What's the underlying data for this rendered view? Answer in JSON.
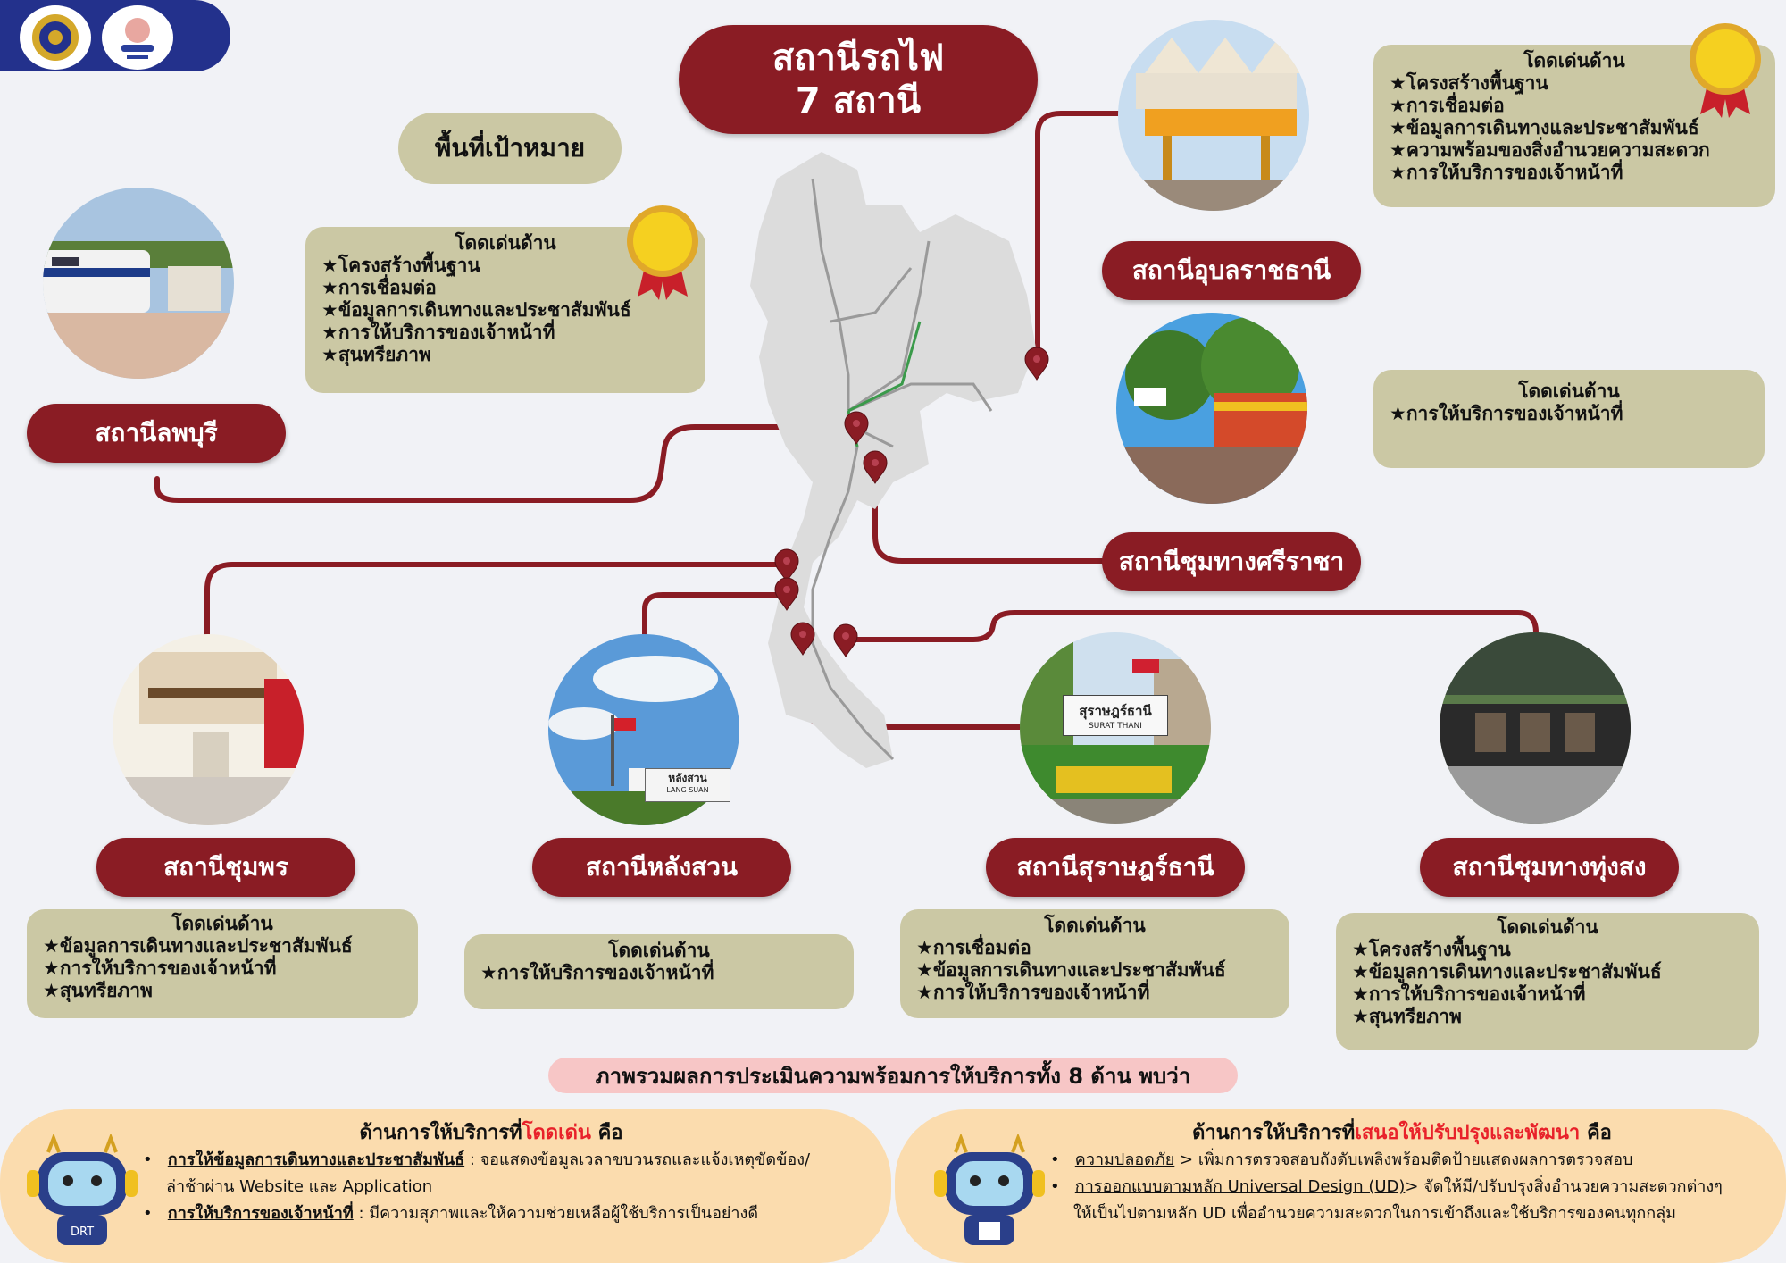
{
  "title": {
    "line1": "สถานีรถไฟ",
    "line2": "7 สถานี"
  },
  "target_label": "พื้นที่เป้าหมาย",
  "highlight_heading": "โดดเด่นด้าน",
  "stations": {
    "lopburi": {
      "name": "สถานีลพบุรี",
      "items": [
        "★โครงสร้างพื้นฐาน",
        "★การเชื่อมต่อ",
        "★ข้อมูลการเดินทางและประชาสัมพันธ์",
        "★การให้บริการของเจ้าหน้าที่",
        "★สุนทรียภาพ"
      ]
    },
    "ubon": {
      "name": "สถานีอุบลราชธานี",
      "items": [
        "★โครงสร้างพื้นฐาน",
        "★การเชื่อมต่อ",
        "★ข้อมูลการเดินทางและประชาสัมพันธ์",
        "★ความพร้อมของสิ่งอำนวยความสะดวก",
        "★การให้บริการของเจ้าหน้าที่"
      ]
    },
    "chumtang_sriracha": {
      "name": "สถานีชุมทางศรีราชา",
      "items": [
        "★การให้บริการของเจ้าหน้าที่"
      ]
    },
    "chumphon": {
      "name": "สถานีชุมพร",
      "items": [
        "★ข้อมูลการเดินทางและประชาสัมพันธ์",
        "★การให้บริการของเจ้าหน้าที่",
        "★สุนทรียภาพ"
      ]
    },
    "lang_suan": {
      "name": "สถานีหลังสวน",
      "items": [
        "★การให้บริการของเจ้าหน้าที่"
      ]
    },
    "surat": {
      "name": "สถานีสุราษฎร์ธานี",
      "items": [
        "★การเชื่อมต่อ",
        "★ข้อมูลการเดินทางและประชาสัมพันธ์",
        "★การให้บริการของเจ้าหน้าที่"
      ]
    },
    "thung_song": {
      "name": "สถานีชุมทางทุ่งสง",
      "items": [
        "★โครงสร้างพื้นฐาน",
        "★ข้อมูลการเดินทางและประชาสัมพันธ์",
        "★การให้บริการของเจ้าหน้าที่",
        "★สุนทรียภาพ"
      ]
    }
  },
  "photo_signs": {
    "surat_th": "สุราษฎร์ธานี",
    "surat_en": "SURAT THANI",
    "lang_suan_th": "หลังสวน",
    "lang_suan_en": "LANG SUAN"
  },
  "summary_banner": "ภาพรวมผลการประเมินความพร้อมการให้บริการทั้ง 8 ด้าน  พบว่า",
  "left_panel": {
    "title_pre": "ด้านการให้บริการที่",
    "title_hl": "โดดเด่น",
    "title_post": " คือ",
    "b1_u": "การให้ข้อมูลการเดินทางและประชาสัมพันธ์",
    "b1_text": " : จอแสดงข้อมูลเวลาขบวนรถและแจ้งเหตุขัดข้อง/",
    "b1_text2": "ล่าช้าผ่าน Website และ Application",
    "b2_u": "การให้บริการของเจ้าหน้าที่",
    "b2_text": " : มีความสุภาพและให้ความช่วยเหลือผู้ใช้บริการเป็นอย่างดี"
  },
  "right_panel": {
    "title_pre": "ด้านการให้บริการที่",
    "title_hl": "เสนอให้ปรับปรุงและพัฒนา",
    "title_post": " คือ",
    "b1_u": "ความปลอดภัย",
    "b1_text": " > เพิ่มการตรวจสอบถังดับเพลิงพร้อมติดป้ายแสดงผลการตรวจสอบ",
    "b2_u": "การออกแบบตามหลัก Universal Design (UD)",
    "b2_text": "> จัดให้มี/ปรับปรุงสิ่งอำนวยความสะดวกต่างๆ",
    "b2_text2": "ให้เป็นไปตามหลัก UD เพื่ออำนวยความสะดวกในการเข้าถึงและใช้บริการของคนทุกกลุ่ม"
  },
  "mascot_badge": "DRT",
  "colors": {
    "maroon": "#8a1c24",
    "khaki": "#cbc8a4",
    "header_blue": "#23318c",
    "panel": "#fbdcae",
    "banner": "#f7c6c6",
    "accent_red": "#e8212a"
  }
}
